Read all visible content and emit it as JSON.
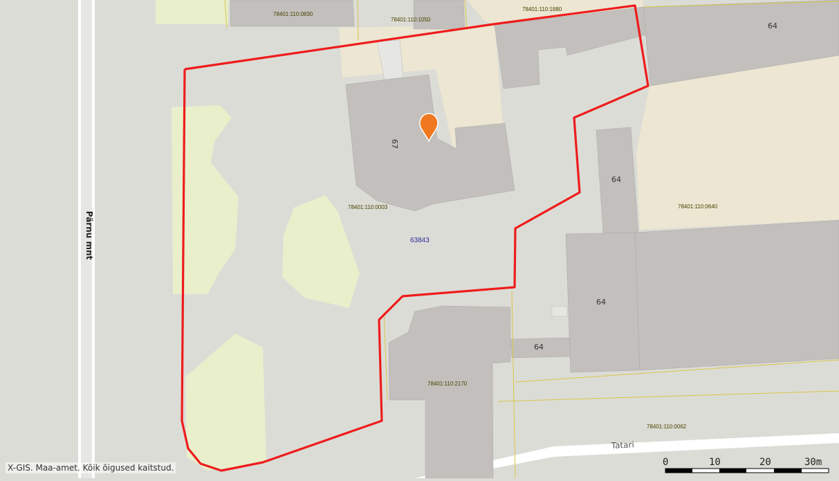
{
  "map": {
    "copyright": "X-GIS. Maa-amet. Kõik õigused kaitstud.",
    "streets": {
      "parnu": "Pärnu mnt",
      "tatari": "Tatari"
    },
    "parcels": {
      "p0830": "78401:110:0830",
      "p1050": "78401:110:1050",
      "p1880": "78401:110:1880",
      "p0003": "78401:110:0003",
      "p0640": "78401:110:0640",
      "p2170": "78401:110:2170",
      "p0062": "78401:110:0062"
    },
    "house_numbers": {
      "h67": "67",
      "h64_a": "64",
      "h64_b": "64",
      "h64_c": "64",
      "h64_d": "64"
    },
    "address_id": "63843",
    "scale": {
      "t0": "0",
      "t10": "10",
      "t20": "20",
      "t30": "30m"
    },
    "colors": {
      "background": "#dcdcd6",
      "road": "#e4e4de",
      "building": "#c2bfbc",
      "greenery": "#e9efcb",
      "residential": "#ece6d2",
      "boundary": "#ee1c1c",
      "marker": "#f0781e"
    },
    "marker_icon": "map-pin-icon"
  }
}
